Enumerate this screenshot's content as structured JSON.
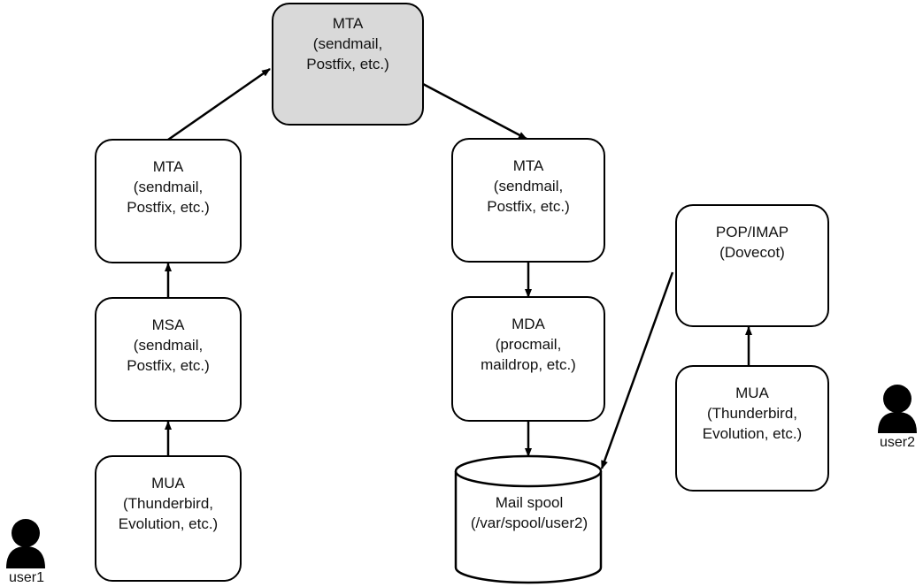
{
  "diagram": {
    "top_mta": [
      "MTA",
      "(sendmail,",
      "Postfix, etc.)"
    ],
    "left_mta": [
      "MTA",
      "(sendmail,",
      "Postfix, etc.)"
    ],
    "left_msa": [
      "MSA",
      "(sendmail,",
      "Postfix, etc.)"
    ],
    "left_mua": [
      "MUA",
      "(Thunderbird,",
      "Evolution, etc.)"
    ],
    "right_mta": [
      "MTA",
      "(sendmail,",
      "Postfix, etc.)"
    ],
    "right_mda": [
      "MDA",
      "(procmail,",
      "maildrop, etc.)"
    ],
    "mail_spool": [
      "Mail spool",
      "(/var/spool/user2)"
    ],
    "pop_imap": [
      "POP/IMAP",
      "(Dovecot)"
    ],
    "right_mua": [
      "MUA",
      "(Thunderbird,",
      "Evolution, etc.)"
    ],
    "user1_label": "user1",
    "user2_label": "user2"
  },
  "colors": {
    "highlight_box": "#d9d9d9",
    "stroke": "#000000"
  },
  "icons": [
    "user-icon"
  ]
}
